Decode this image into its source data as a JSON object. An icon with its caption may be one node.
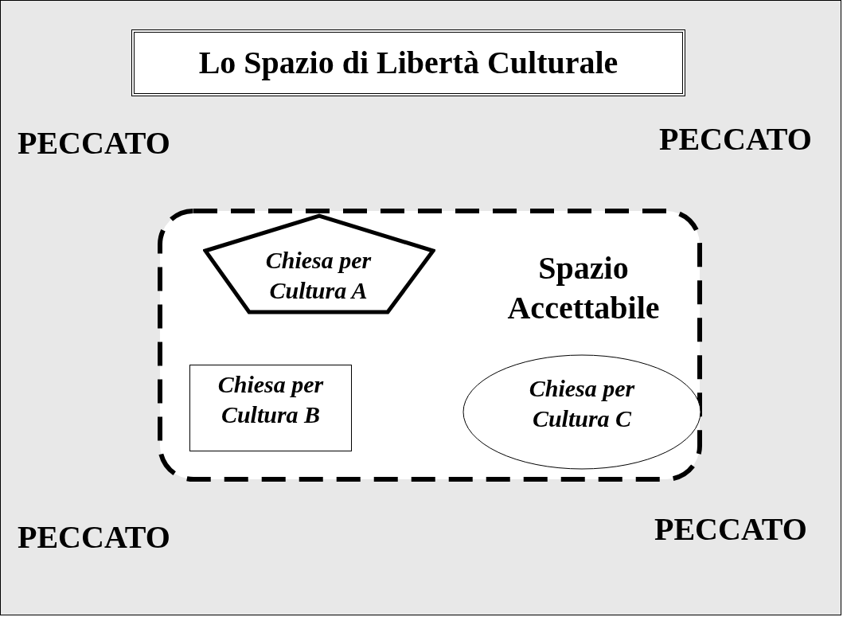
{
  "diagram": {
    "title": "Lo Spazio di Libertà Culturale",
    "nodes": [
      {
        "text": [
          "Spazio Accettabile"
        ]
      },
      {
        "text": [
          "Chiesa per Cultura A"
        ],
        "in": 0
      },
      {
        "text": [
          "Chiesa per Cultura B"
        ],
        "in": 0
      },
      {
        "text": [
          "Chiesa per Cultura C"
        ],
        "in": 0
      }
    ],
    "labels": [
      "PECCATO",
      "PECCATO",
      "PECCATO",
      "PECCATO"
    ]
  }
}
